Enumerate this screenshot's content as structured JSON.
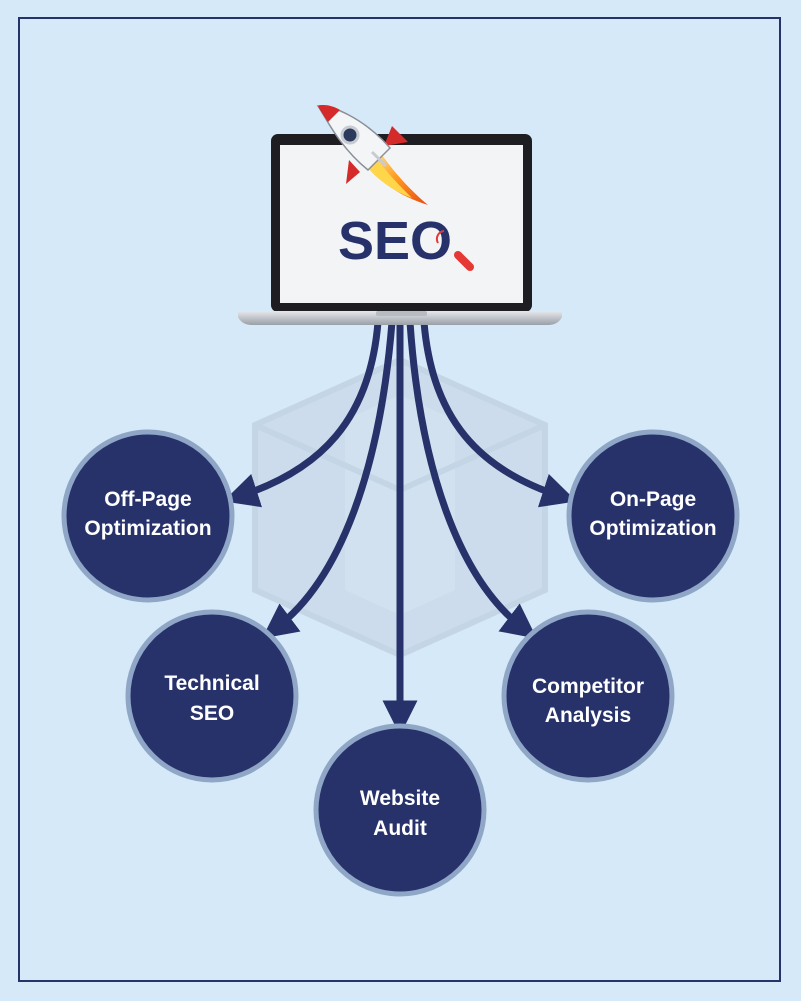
{
  "screen": {
    "logo_text": "SEO"
  },
  "nodes": [
    {
      "id": "off-page",
      "lines": [
        "Off-Page",
        "Optimization"
      ]
    },
    {
      "id": "on-page",
      "lines": [
        "On-Page",
        "Optimization"
      ]
    },
    {
      "id": "technical",
      "lines": [
        "Technical",
        "SEO"
      ]
    },
    {
      "id": "competitor",
      "lines": [
        "Competitor",
        "Analysis"
      ]
    },
    {
      "id": "website-audit",
      "lines": [
        "Website",
        "Audit"
      ]
    }
  ],
  "colors": {
    "background": "#d6e9f8",
    "navy": "#27326b",
    "circle_ring": "#8fa6c6",
    "rocket_red": "#d42a2a",
    "magnifier_red": "#e53935"
  },
  "icons": [
    "laptop-icon",
    "rocket-icon",
    "magnifier-icon",
    "hexagon-watermark-icon"
  ]
}
